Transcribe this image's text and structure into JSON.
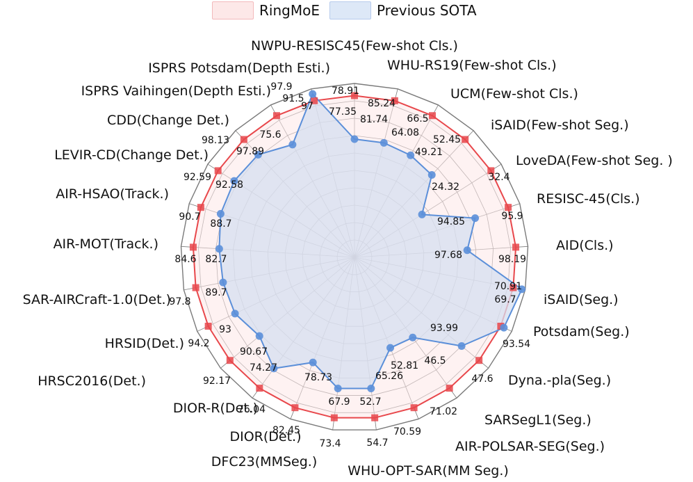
{
  "chart_data": {
    "type": "radar",
    "legend_position": "top",
    "grid": true,
    "colors": {
      "ringmoe_line": "#e8474b",
      "ringmoe_fill": "#fde8e8",
      "sota_line": "#5b8fd9",
      "sota_fill": "#d6dff0",
      "grid": "#7a7a7a"
    },
    "series": [
      {
        "name": "RingMoE",
        "marker": "square"
      },
      {
        "name": "Previous SOTA",
        "marker": "circle"
      }
    ],
    "axes": [
      {
        "label": "NWPU-RESISC45(Few-shot Cls.)",
        "ringmoe": "78.91",
        "sota": "77.35",
        "ringmoe_r": 0.93,
        "sota_r": 0.68
      },
      {
        "label": "WHU-RS19(Few-shot Cls.)",
        "ringmoe": "85.24",
        "sota": "81.74",
        "ringmoe_r": 0.93,
        "sota_r": 0.68
      },
      {
        "label": "UCM(Few-shot Cls.)",
        "ringmoe": "66.5",
        "sota": "64.08",
        "ringmoe_r": 0.93,
        "sota_r": 0.67
      },
      {
        "label": "iSAID(Few-shot Seg.)",
        "ringmoe": "52.45",
        "sota": "49.21",
        "ringmoe_r": 0.93,
        "sota_r": 0.65
      },
      {
        "label": "LoveDA(Few-shot Seg. )",
        "ringmoe": "32.4",
        "sota": "24.32",
        "ringmoe_r": 0.93,
        "sota_r": 0.46
      },
      {
        "label": "RESISC-45(Cls.)",
        "ringmoe": "95.9",
        "sota": "94.85",
        "ringmoe_r": 0.93,
        "sota_r": 0.73
      },
      {
        "label": "AID(Cls.)",
        "ringmoe": "98.19",
        "sota": "97.68",
        "ringmoe_r": 0.93,
        "sota_r": 0.65
      },
      {
        "label": "iSAID(Seg.)",
        "ringmoe": "69.7",
        "sota": "70.91",
        "ringmoe_r": 0.93,
        "sota_r": 0.98
      },
      {
        "label": "Potsdam(Seg.)",
        "ringmoe": "93.54",
        "sota": "93.99",
        "ringmoe_r": 0.93,
        "sota_r": 0.95
      },
      {
        "label": "Dyna.-pla(Seg.)",
        "ringmoe": "47.6",
        "sota": "46.5",
        "ringmoe_r": 0.93,
        "sota_r": 0.8
      },
      {
        "label": "SARSegL1(Seg.)",
        "ringmoe": "71.02",
        "sota": "52.81",
        "ringmoe_r": 0.93,
        "sota_r": 0.57
      },
      {
        "label": "AIR-POLSAR-SEG(Seg.)",
        "ringmoe": "70.59",
        "sota": "65.26",
        "ringmoe_r": 0.93,
        "sota_r": 0.56
      },
      {
        "label": "WHU-OPT-SAR(MM Seg.)",
        "ringmoe": "54.7",
        "sota": "52.7",
        "ringmoe_r": 0.93,
        "sota_r": 0.76
      },
      {
        "label": "DFC23(MMSeg.)",
        "ringmoe": "73.4",
        "sota": "67.9",
        "ringmoe_r": 0.93,
        "sota_r": 0.76
      },
      {
        "label": "DIOR(Det.)",
        "ringmoe": "82.45",
        "sota": "78.73",
        "ringmoe_r": 0.93,
        "sota_r": 0.65
      },
      {
        "label": "DIOR-R(Det.)",
        "ringmoe": "76.04",
        "sota": "74.27",
        "ringmoe_r": 0.93,
        "sota_r": 0.79
      },
      {
        "label": "HRSC2016(Det.)",
        "ringmoe": "92.17",
        "sota": "90.67",
        "ringmoe_r": 0.93,
        "sota_r": 0.71
      },
      {
        "label": "HRSID(Det.)",
        "ringmoe": "94.2",
        "sota": "93",
        "ringmoe_r": 0.93,
        "sota_r": 0.76
      },
      {
        "label": "SAR-AIRCraft-1.0(Det.)",
        "ringmoe": "97.8",
        "sota": "89.7",
        "ringmoe_r": 0.93,
        "sota_r": 0.77
      },
      {
        "label": "AIR-MOT(Track.)",
        "ringmoe": "84.6",
        "sota": "82.7",
        "ringmoe_r": 0.93,
        "sota_r": 0.78
      },
      {
        "label": "AIR-HSAO(Track.)",
        "ringmoe": "90.7",
        "sota": "88.7",
        "ringmoe_r": 0.93,
        "sota_r": 0.81
      },
      {
        "label": "LEVIR-CD(Change Det.)",
        "ringmoe": "92.59",
        "sota": "92.58",
        "ringmoe_r": 0.93,
        "sota_r": 0.82
      },
      {
        "label": "CDD(Change Det.)",
        "ringmoe": "98.13",
        "sota": "97.89",
        "ringmoe_r": 0.93,
        "sota_r": 0.81
      },
      {
        "label": "ISPRS Vaihingen(Depth Esti.)",
        "ringmoe": "91.5",
        "sota": "75.6",
        "ringmoe_r": 0.93,
        "sota_r": 0.74
      },
      {
        "label": "ISPRS Potsdam(Depth Esti.)",
        "ringmoe": "97.9",
        "sota": "97",
        "ringmoe_r": 0.93,
        "sota_r": 0.97
      }
    ]
  },
  "label_layout": [
    {
      "lx": 510,
      "ly": 72,
      "a": "middle",
      "rl": [
        497,
        135
      ],
      "sl": [
        493,
        165
      ]
    },
    {
      "lx": 557,
      "ly": 100,
      "a": "start",
      "rl": [
        549,
        153
      ],
      "sl": [
        538,
        176
      ]
    },
    {
      "lx": 648,
      "ly": 141,
      "a": "start",
      "rl": [
        601,
        175
      ],
      "sl": [
        583,
        195
      ]
    },
    {
      "lx": 706,
      "ly": 186,
      "a": "start",
      "rl": [
        643,
        205
      ],
      "sl": [
        617,
        223
      ]
    },
    {
      "lx": 742,
      "ly": 237,
      "a": "start",
      "rl": [
        718,
        259
      ],
      "sl": [
        641,
        273
      ]
    },
    {
      "lx": 772,
      "ly": 292,
      "a": "start",
      "rl": [
        737,
        315
      ],
      "sl": [
        649,
        323
      ]
    },
    {
      "lx": 800,
      "ly": 359,
      "a": "start",
      "rl": [
        737,
        377
      ],
      "sl": [
        645,
        371
      ]
    },
    {
      "lx": 782,
      "ly": 437,
      "a": "start",
      "rl": [
        727,
        435
      ],
      "sl": [
        731,
        416
      ]
    },
    {
      "lx": 767,
      "ly": 483,
      "a": "start",
      "rl": [
        743,
        499
      ],
      "sl": [
        639,
        476
      ]
    },
    {
      "lx": 731,
      "ly": 553,
      "a": "start",
      "rl": [
        694,
        549
      ],
      "sl": [
        626,
        523
      ]
    },
    {
      "lx": 697,
      "ly": 610,
      "a": "start",
      "rl": [
        638,
        596
      ],
      "sl": [
        582,
        530
      ]
    },
    {
      "lx": 655,
      "ly": 648,
      "a": "start",
      "rl": [
        586,
        625
      ],
      "sl": [
        560,
        545
      ]
    },
    {
      "lx": 616,
      "ly": 683,
      "a": "middle",
      "rl": [
        543,
        641
      ],
      "sl": [
        533,
        582
      ]
    },
    {
      "lx": 380,
      "ly": 670,
      "a": "middle",
      "rl": [
        475,
        642
      ],
      "sl": [
        488,
        582
      ]
    },
    {
      "lx": 382,
      "ly": 634,
      "a": "middle",
      "rl": [
        412,
        623
      ],
      "sl": [
        458,
        547
      ]
    },
    {
      "lx": 310,
      "ly": 593,
      "a": "middle",
      "rl": [
        362,
        593
      ],
      "sl": [
        379,
        533
      ]
    },
    {
      "lx": 210,
      "ly": 554,
      "a": "end",
      "rl": [
        312,
        552
      ],
      "sl": [
        365,
        510
      ]
    },
    {
      "lx": 265,
      "ly": 500,
      "a": "end",
      "rl": [
        286,
        498
      ],
      "sl": [
        324,
        478
      ]
    },
    {
      "lx": 246,
      "ly": 437,
      "a": "end",
      "rl": [
        259,
        438
      ],
      "sl": [
        311,
        425
      ]
    },
    {
      "lx": 228,
      "ly": 357,
      "a": "end",
      "rl": [
        267,
        377
      ],
      "sl": [
        311,
        377
      ]
    },
    {
      "lx": 243,
      "ly": 285,
      "a": "end",
      "rl": [
        273,
        316
      ],
      "sl": [
        318,
        326
      ]
    },
    {
      "lx": 300,
      "ly": 229,
      "a": "end",
      "rl": [
        284,
        259
      ],
      "sl": [
        330,
        270
      ]
    },
    {
      "lx": 330,
      "ly": 179,
      "a": "end",
      "rl": [
        310,
        206
      ],
      "sl": [
        360,
        222
      ]
    },
    {
      "lx": 390,
      "ly": 137,
      "a": "end",
      "rl": [
        422,
        146
      ],
      "sl": [
        389,
        198
      ]
    },
    {
      "lx": 475,
      "ly": 104,
      "a": "end",
      "rl": [
        405,
        129
      ],
      "sl": [
        442,
        157
      ]
    }
  ]
}
